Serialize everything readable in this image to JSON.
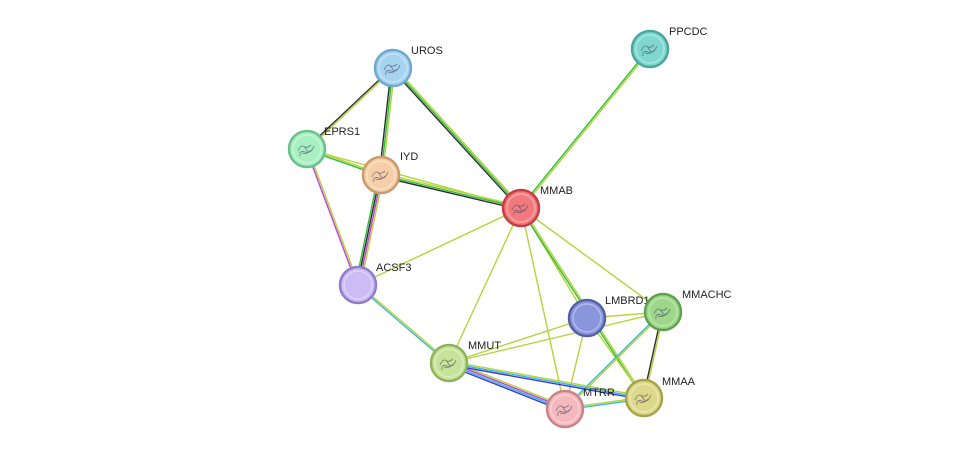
{
  "network": {
    "nodes": [
      {
        "id": "UROS",
        "label": "UROS",
        "color": "#a6d3ef",
        "stroke": "#6fa8cc",
        "has_structure": true
      },
      {
        "id": "PPCDC",
        "label": "PPCDC",
        "color": "#7ed8cf",
        "stroke": "#4aa69c",
        "has_structure": true
      },
      {
        "id": "EPRS1",
        "label": "EPRS1",
        "color": "#a8efc2",
        "stroke": "#6cc08c",
        "has_structure": true
      },
      {
        "id": "IYD",
        "label": "IYD",
        "color": "#f6cfa8",
        "stroke": "#c99a6e",
        "has_structure": true
      },
      {
        "id": "MMAB",
        "label": "MMAB",
        "color": "#f2797c",
        "stroke": "#c43f44",
        "has_structure": true
      },
      {
        "id": "ACSF3",
        "label": "ACSF3",
        "color": "#cdbbf5",
        "stroke": "#8f7ccc",
        "has_structure": false
      },
      {
        "id": "LMBRD1",
        "label": "LMBRD1",
        "color": "#8a96dc",
        "stroke": "#5360a8",
        "has_structure": false
      },
      {
        "id": "MMACHC",
        "label": "MMACHC",
        "color": "#9ed68a",
        "stroke": "#5fa24c",
        "has_structure": true
      },
      {
        "id": "MMUT",
        "label": "MMUT",
        "color": "#c7e39a",
        "stroke": "#8fb35c",
        "has_structure": true
      },
      {
        "id": "MTRR",
        "label": "MTRR",
        "color": "#f4b9bd",
        "stroke": "#c98388",
        "has_structure": true
      },
      {
        "id": "MMAA",
        "label": "MMAA",
        "color": "#ddd98a",
        "stroke": "#a7a34c",
        "has_structure": true
      }
    ],
    "edge_colors": {
      "textmining": "#b5d33b",
      "coexpression": "#2e2e2e",
      "experimental": "#c040d6",
      "database": "#3ab8d6",
      "neighborhood": "#2fbf3a",
      "cooccurrence": "#3a3ad6",
      "homology": "#9fd6d6"
    },
    "edges": [
      {
        "source": "UROS",
        "target": "EPRS1",
        "types": [
          "textmining",
          "coexpression"
        ]
      },
      {
        "source": "UROS",
        "target": "IYD",
        "types": [
          "textmining",
          "neighborhood",
          "coexpression"
        ]
      },
      {
        "source": "UROS",
        "target": "MMAB",
        "types": [
          "textmining",
          "neighborhood",
          "coexpression"
        ]
      },
      {
        "source": "PPCDC",
        "target": "MMAB",
        "types": [
          "textmining",
          "neighborhood"
        ]
      },
      {
        "source": "EPRS1",
        "target": "IYD",
        "types": [
          "textmining",
          "neighborhood"
        ]
      },
      {
        "source": "EPRS1",
        "target": "MMAB",
        "types": [
          "textmining"
        ]
      },
      {
        "source": "EPRS1",
        "target": "ACSF3",
        "types": [
          "textmining",
          "experimental"
        ]
      },
      {
        "source": "IYD",
        "target": "MMAB",
        "types": [
          "textmining",
          "neighborhood",
          "coexpression"
        ]
      },
      {
        "source": "IYD",
        "target": "ACSF3",
        "types": [
          "textmining",
          "experimental",
          "coexpression",
          "neighborhood"
        ]
      },
      {
        "source": "ACSF3",
        "target": "MMAB",
        "types": [
          "textmining"
        ]
      },
      {
        "source": "ACSF3",
        "target": "MMUT",
        "types": [
          "textmining",
          "database"
        ]
      },
      {
        "source": "MMAB",
        "target": "MMUT",
        "types": [
          "textmining"
        ]
      },
      {
        "source": "MMAB",
        "target": "LMBRD1",
        "types": [
          "textmining"
        ]
      },
      {
        "source": "MMAB",
        "target": "MMACHC",
        "types": [
          "textmining"
        ]
      },
      {
        "source": "MMAB",
        "target": "MTRR",
        "types": [
          "textmining"
        ]
      },
      {
        "source": "MMAB",
        "target": "MMAA",
        "types": [
          "textmining",
          "neighborhood"
        ]
      },
      {
        "source": "LMBRD1",
        "target": "MMACHC",
        "types": [
          "textmining"
        ]
      },
      {
        "source": "LMBRD1",
        "target": "MMUT",
        "types": [
          "textmining"
        ]
      },
      {
        "source": "LMBRD1",
        "target": "MTRR",
        "types": [
          "textmining"
        ]
      },
      {
        "source": "LMBRD1",
        "target": "MMAA",
        "types": [
          "textmining"
        ]
      },
      {
        "source": "MMACHC",
        "target": "MMUT",
        "types": [
          "textmining"
        ]
      },
      {
        "source": "MMACHC",
        "target": "MTRR",
        "types": [
          "textmining",
          "database"
        ]
      },
      {
        "source": "MMACHC",
        "target": "MMAA",
        "types": [
          "textmining",
          "coexpression"
        ]
      },
      {
        "source": "MMUT",
        "target": "MTRR",
        "types": [
          "textmining",
          "experimental",
          "database",
          "cooccurrence"
        ]
      },
      {
        "source": "MMUT",
        "target": "MMAA",
        "types": [
          "textmining",
          "database",
          "cooccurrence"
        ]
      },
      {
        "source": "MTRR",
        "target": "MMAA",
        "types": [
          "textmining",
          "database"
        ]
      }
    ]
  }
}
